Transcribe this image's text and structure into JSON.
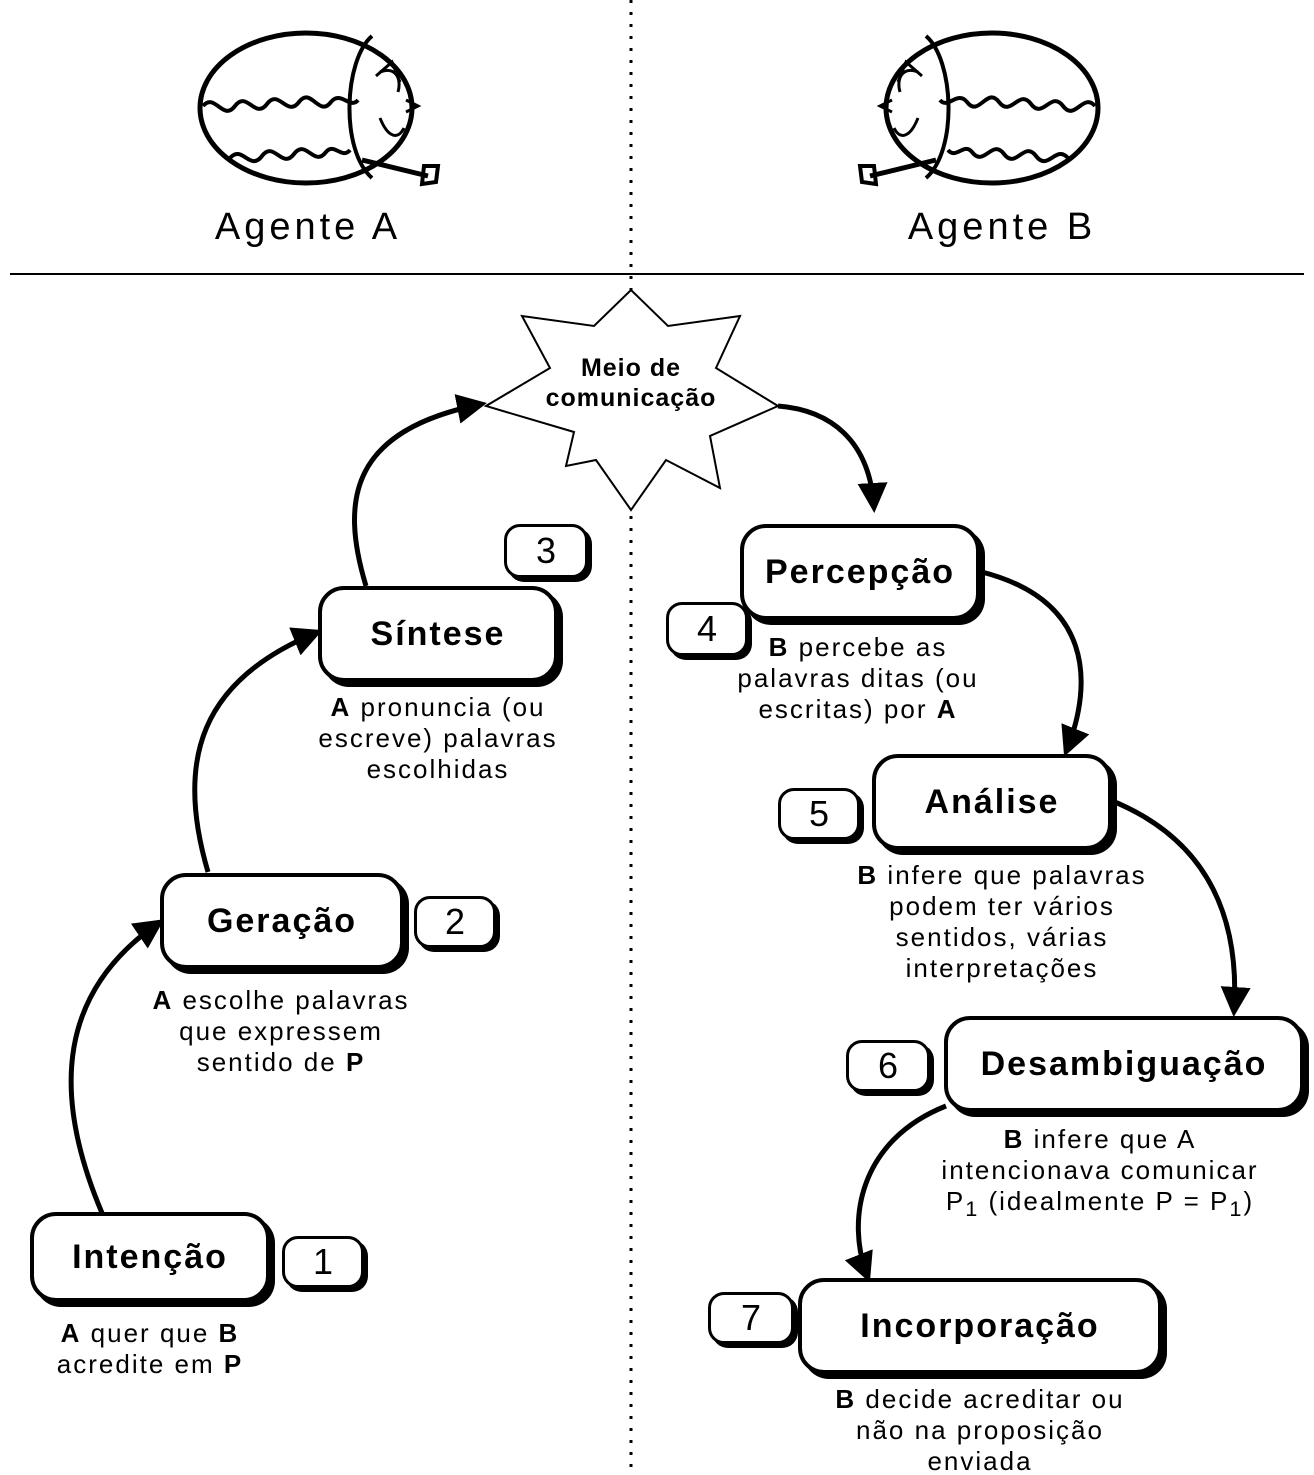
{
  "agents": {
    "a": "Agente A",
    "b": "Agente B"
  },
  "medium": {
    "line1": "Meio de",
    "line2": "comunicação"
  },
  "steps": {
    "s1": {
      "number": "1",
      "title": "Intenção",
      "desc": [
        [
          [
            "b",
            "A"
          ],
          [
            "t",
            " quer que "
          ],
          [
            "b",
            "B"
          ]
        ],
        [
          [
            "t",
            "acredite em "
          ],
          [
            "b",
            "P"
          ]
        ]
      ]
    },
    "s2": {
      "number": "2",
      "title": "Geração",
      "desc": [
        [
          [
            "b",
            "A"
          ],
          [
            "t",
            " escolhe palavras"
          ]
        ],
        [
          [
            "t",
            "que expressem"
          ]
        ],
        [
          [
            "t",
            "sentido de "
          ],
          [
            "b",
            "P"
          ]
        ]
      ]
    },
    "s3": {
      "number": "3",
      "title": "Síntese",
      "desc": [
        [
          [
            "b",
            "A"
          ],
          [
            "t",
            " pronuncia (ou"
          ]
        ],
        [
          [
            "t",
            "escreve) palavras"
          ]
        ],
        [
          [
            "t",
            "escolhidas"
          ]
        ]
      ]
    },
    "s4": {
      "number": "4",
      "title": "Percepção",
      "desc": [
        [
          [
            "b",
            "B"
          ],
          [
            "t",
            " percebe as"
          ]
        ],
        [
          [
            "t",
            "palavras ditas (ou"
          ]
        ],
        [
          [
            "t",
            "escritas) por "
          ],
          [
            "b",
            "A"
          ]
        ]
      ]
    },
    "s5": {
      "number": "5",
      "title": "Análise",
      "desc": [
        [
          [
            "b",
            "B"
          ],
          [
            "t",
            " infere que palavras"
          ]
        ],
        [
          [
            "t",
            "podem ter vários"
          ]
        ],
        [
          [
            "t",
            "sentidos, várias"
          ]
        ],
        [
          [
            "t",
            "interpretações"
          ]
        ]
      ]
    },
    "s6": {
      "number": "6",
      "title": "Desambiguação",
      "desc": [
        [
          [
            "b",
            "B"
          ],
          [
            "t",
            " infere que A"
          ]
        ],
        [
          [
            "t",
            "intencionava comunicar"
          ]
        ],
        [
          [
            "t",
            "P"
          ],
          [
            "s",
            "1"
          ],
          [
            "t",
            " (idealmente P = P"
          ],
          [
            "s",
            "1"
          ],
          [
            "t",
            ")"
          ]
        ]
      ]
    },
    "s7": {
      "number": "7",
      "title": "Incorporação",
      "desc": [
        [
          [
            "b",
            "B"
          ],
          [
            "t",
            " decide acreditar ou"
          ]
        ],
        [
          [
            "t",
            "não na proposição"
          ]
        ],
        [
          [
            "t",
            "enviada"
          ]
        ]
      ]
    }
  }
}
